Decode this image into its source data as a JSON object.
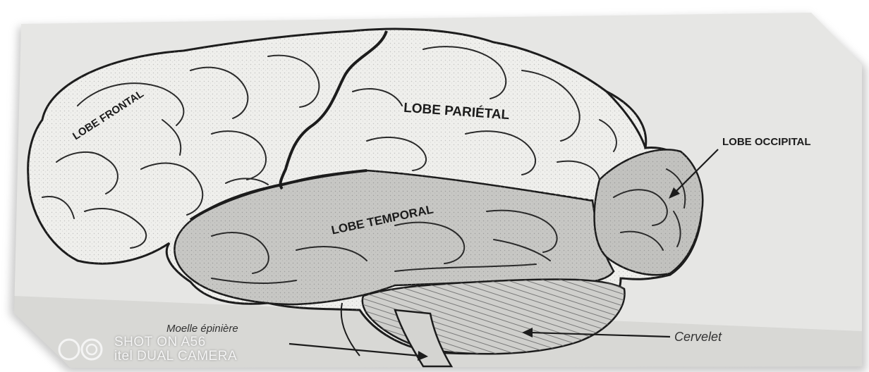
{
  "labels": {
    "frontal": "LOBE FRONTAL",
    "parietal": "LOBE PARIÉTAL",
    "occipital": "LOBE OCCIPITAL",
    "temporal": "LOBE TEMPORAL",
    "cerebellum": "Cervelet",
    "spinal_cord": "Moelle épinière"
  },
  "watermark": {
    "line1": "SHOT ON A56",
    "line2": "itel DUAL CAMERA"
  },
  "colors": {
    "paper": "#e6e6e4",
    "ink": "#1c1c1c",
    "temporal_shade": "#c7c7c4",
    "occipital_shade": "#c2c2bf",
    "cerebellum_shade": "#cfcfcc"
  }
}
